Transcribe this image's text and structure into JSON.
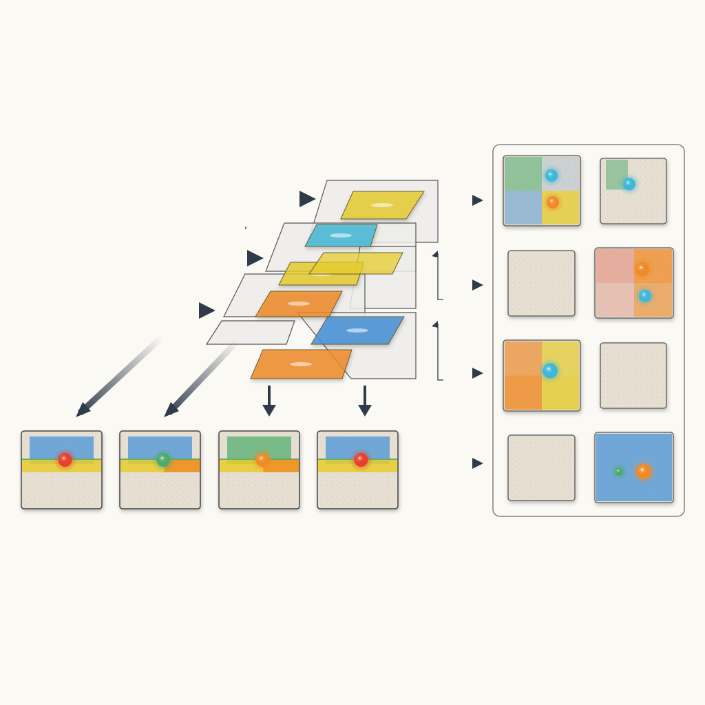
{
  "colors": {
    "background": "#fbf9f4",
    "arrow": "#2f3a4a",
    "panel_border": "#6b6b6b",
    "tile_bg": "#e6dfd2",
    "yellow": "#e6cc2e",
    "orange": "#f08a26",
    "blue": "#3f8fd8",
    "cyan": "#3fb8d8",
    "green": "#4caa6a",
    "red": "#e8402a"
  },
  "stack_layers": [
    {
      "id": "layer-1",
      "chip": "yellow"
    },
    {
      "id": "layer-2",
      "chip": "cyan"
    },
    {
      "id": "layer-3",
      "chip": "yellow"
    },
    {
      "id": "layer-4",
      "chip": "orange"
    },
    {
      "id": "layer-5",
      "chip": "blue"
    },
    {
      "id": "layer-6",
      "chip": "orange"
    }
  ],
  "bottom_outputs": [
    {
      "id": "out-1",
      "dot": "red"
    },
    {
      "id": "out-2",
      "dot": "green"
    },
    {
      "id": "out-3",
      "dot": "orange"
    },
    {
      "id": "out-4",
      "dot": "red"
    }
  ],
  "grid_cells": [
    {
      "id": "cell-1-1",
      "pattern": "quad-green-blue-yellow",
      "dots": [
        "cyan",
        "orange"
      ]
    },
    {
      "id": "cell-1-2",
      "pattern": "corner-green",
      "dots": [
        "cyan"
      ]
    },
    {
      "id": "cell-2-1",
      "pattern": "empty",
      "dots": []
    },
    {
      "id": "cell-2-2",
      "pattern": "quad-orange",
      "dots": [
        "orange",
        "cyan"
      ]
    },
    {
      "id": "cell-3-1",
      "pattern": "quad-orange-yellow",
      "dots": [
        "cyan"
      ]
    },
    {
      "id": "cell-3-2",
      "pattern": "empty",
      "dots": []
    },
    {
      "id": "cell-4-1",
      "pattern": "empty",
      "dots": []
    },
    {
      "id": "cell-4-2",
      "pattern": "blue-full",
      "dots": [
        "green",
        "orange"
      ]
    }
  ]
}
